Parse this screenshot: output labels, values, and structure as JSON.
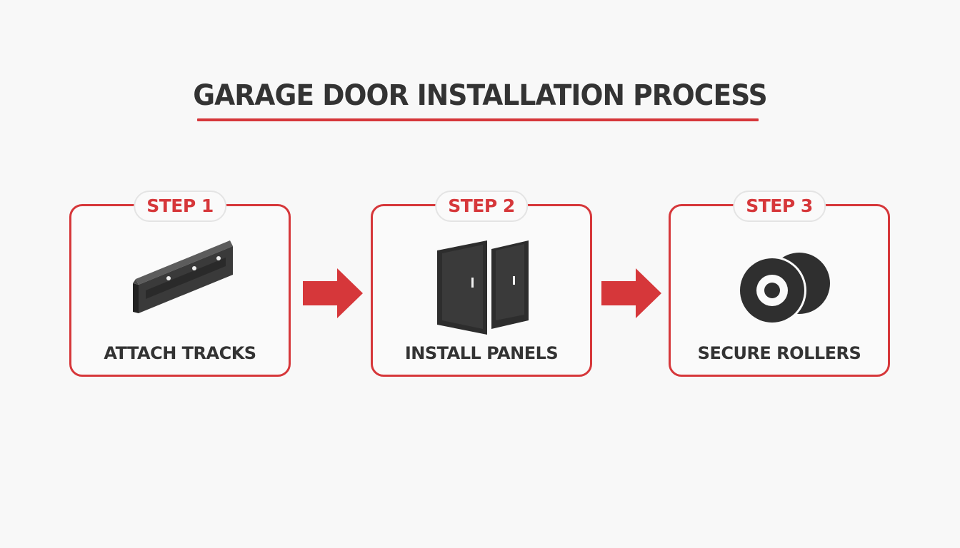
{
  "title": "GARAGE DOOR INSTALLATION PROCESS",
  "colors": {
    "accent": "#d6373a",
    "text": "#333333",
    "background": "#f8f8f8",
    "badge_border": "#e4e4e4"
  },
  "steps": [
    {
      "badge": "STEP 1",
      "label": "ATTACH TRACKS",
      "icon": "track-rail-icon"
    },
    {
      "badge": "STEP 2",
      "label": "INSTALL PANELS",
      "icon": "door-panels-icon"
    },
    {
      "badge": "STEP 3",
      "label": "SECURE ROLLERS",
      "icon": "rollers-icon"
    }
  ],
  "arrows": [
    {
      "icon": "right-arrow-icon"
    },
    {
      "icon": "right-arrow-icon"
    }
  ]
}
